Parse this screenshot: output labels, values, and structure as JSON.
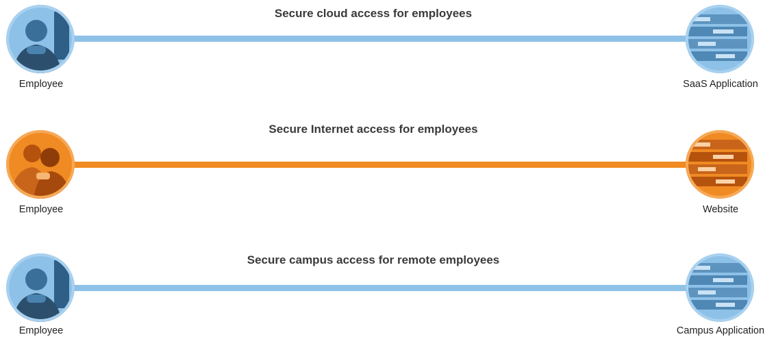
{
  "colors": {
    "blue": "#8ec1e8",
    "blue_dark": "#3f7fb0",
    "orange": "#f08a22",
    "orange_dark": "#b5520d"
  },
  "flows": [
    {
      "title": "Secure cloud access for employees",
      "color": "blue",
      "source": {
        "label": "Employee",
        "icon": "employee-photo-icon"
      },
      "target": {
        "label": "SaaS Application",
        "icon": "server-rack-icon"
      }
    },
    {
      "title": "Secure Internet access for employees",
      "color": "orange",
      "source": {
        "label": "Employee",
        "icon": "employees-photo-icon"
      },
      "target": {
        "label": "Website",
        "icon": "server-rack-icon"
      }
    },
    {
      "title": "Secure campus access for remote employees",
      "color": "blue",
      "source": {
        "label": "Employee",
        "icon": "employee-photo-icon"
      },
      "target": {
        "label": "Campus Application",
        "icon": "server-rack-icon"
      }
    }
  ]
}
